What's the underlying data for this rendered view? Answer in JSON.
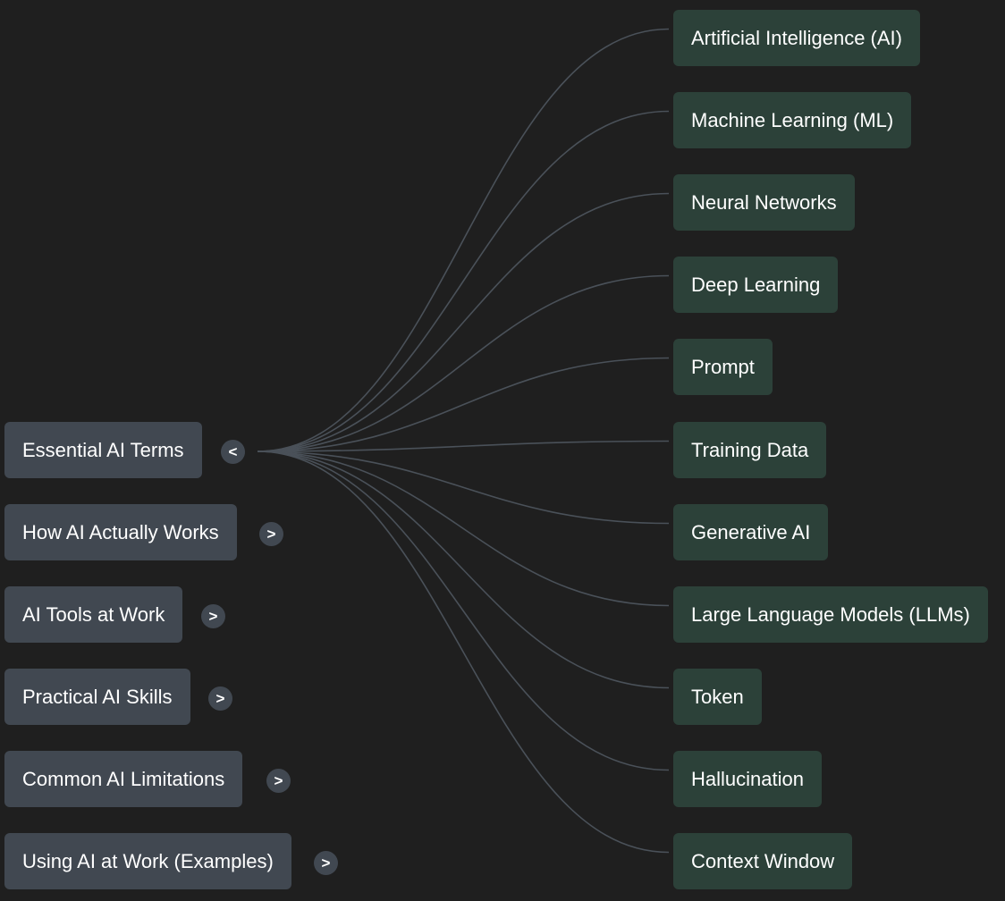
{
  "mindmap": {
    "active_branch": "Essential AI Terms",
    "branches": [
      {
        "label": "Essential AI Terms",
        "toggle": "<",
        "expanded": true
      },
      {
        "label": "How AI Actually Works",
        "toggle": ">",
        "expanded": false
      },
      {
        "label": "AI Tools at Work",
        "toggle": ">",
        "expanded": false
      },
      {
        "label": "Practical AI Skills",
        "toggle": ">",
        "expanded": false
      },
      {
        "label": "Common AI Limitations",
        "toggle": ">",
        "expanded": false
      },
      {
        "label": "Using AI at Work (Examples)",
        "toggle": ">",
        "expanded": false
      }
    ],
    "children": [
      "Artificial Intelligence (AI)",
      "Machine Learning (ML)",
      "Neural Networks",
      "Deep Learning",
      "Prompt",
      "Training Data",
      "Generative AI",
      "Large Language Models (LLMs)",
      "Token",
      "Hallucination",
      "Context Window"
    ]
  },
  "colors": {
    "background": "#1f1f1f",
    "branch_fill": "#414851",
    "child_fill": "#2c4139",
    "connector": "#4a5159",
    "text": "#ffffff"
  }
}
